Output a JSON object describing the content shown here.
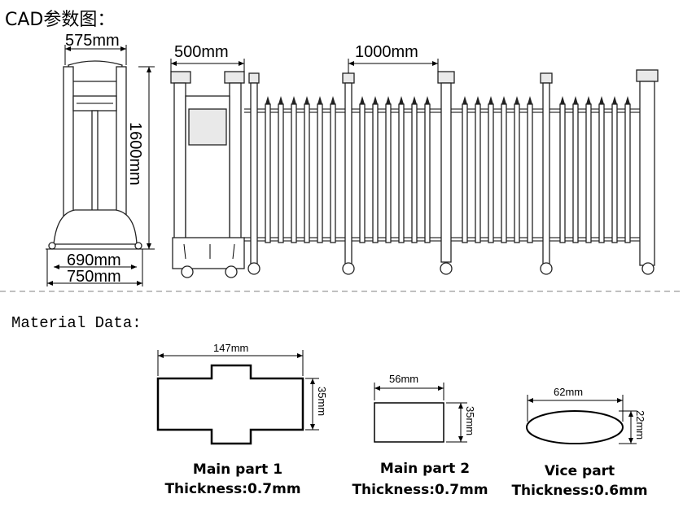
{
  "title": "CAD参数图：",
  "material_title": "Material Data:",
  "side_view": {
    "top_width": "575mm",
    "height": "1600mm",
    "base_inner": "690mm",
    "base_outer": "750mm"
  },
  "front_view": {
    "head_width": "500mm",
    "section_width": "1000mm"
  },
  "parts": [
    {
      "width": "147mm",
      "height": "35mm",
      "name": "Main part 1",
      "thickness": "Thickness:0.7mm"
    },
    {
      "width": "56mm",
      "height": "35mm",
      "name": "Main part 2",
      "thickness": "Thickness:0.7mm"
    },
    {
      "width": "62mm",
      "height": "22mm",
      "name": "Vice part",
      "thickness": "Thickness:0.6mm"
    }
  ],
  "colors": {
    "line": "#000000",
    "divider": "#9a9a9a"
  }
}
